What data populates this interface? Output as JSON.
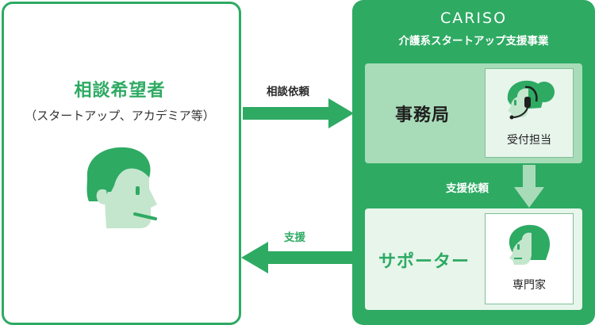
{
  "consultant": {
    "title": "相談希望者",
    "subtitle": "（スタートアップ、アカデミア等）"
  },
  "cariso": {
    "name": "CARISO",
    "tagline": "介護系スタートアップ支援事業",
    "office": {
      "title": "事務局",
      "role_label": "受付担当"
    },
    "supporter": {
      "title": "サポーター",
      "role_label": "専門家"
    }
  },
  "arrows": {
    "consultation_request": "相談依頼",
    "support_request": "支援依頼",
    "support": "支援"
  },
  "colors": {
    "brand_green": "#2eaa63",
    "light_green": "#a8dcb8",
    "pale_green": "#e7f5eb",
    "face_green": "#c4e6cd"
  }
}
